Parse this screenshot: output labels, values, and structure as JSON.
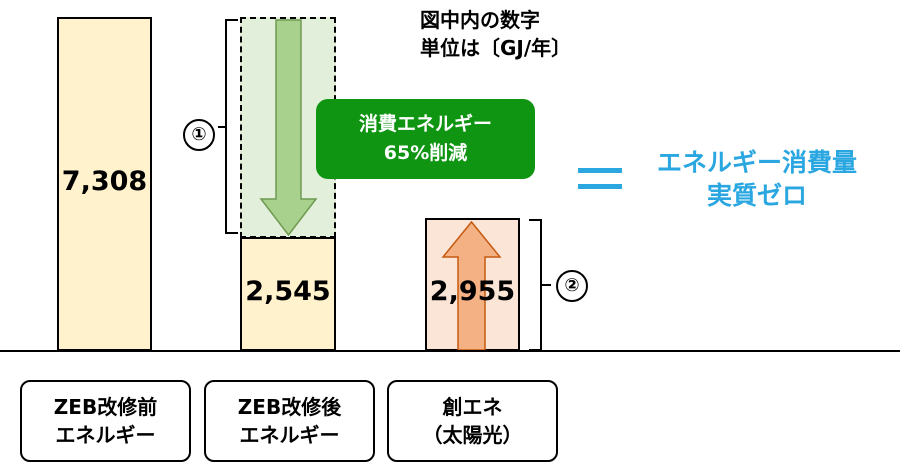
{
  "note": {
    "line1": "図中内の数字",
    "line2": "単位は〔GJ/年〕"
  },
  "bars": {
    "before_value": "7,308",
    "after_value": "2,545",
    "solar_value": "2,955"
  },
  "reduction": {
    "line1": "消費エネルギー",
    "line2": "65%削減",
    "color": "#109513"
  },
  "markers": {
    "one": "①",
    "two": "②"
  },
  "equals": "=",
  "result": {
    "line1": "エネルギー消費量",
    "line2": "実質ゼロ",
    "color": "#2aa7e0"
  },
  "labels": [
    {
      "line1": "ZEB改修前",
      "line2": "エネルギー"
    },
    {
      "line1": "ZEB改修後",
      "line2": "エネルギー"
    },
    {
      "line1": "創エネ",
      "line2": "（太陽光）"
    }
  ],
  "colors": {
    "bar_fill": "#fff2cc",
    "reduced_fill": "#e2efda",
    "solar_fill": "#fbe5d6",
    "arrow_down": "#a9d18e",
    "arrow_up": "#f4b183"
  }
}
